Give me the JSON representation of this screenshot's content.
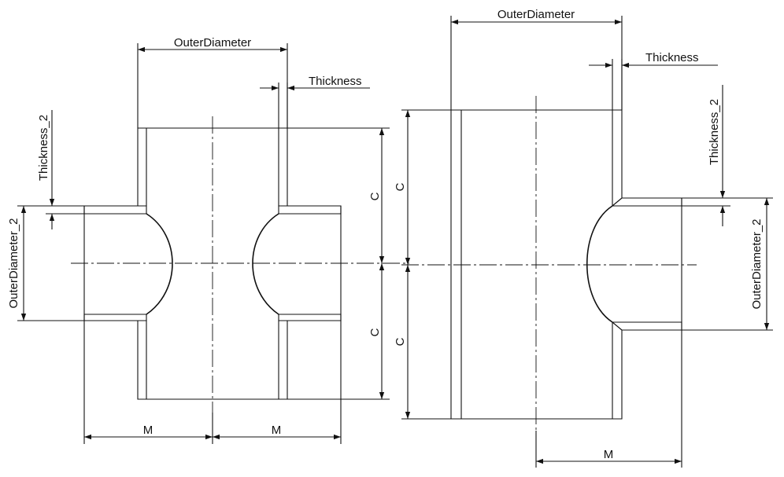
{
  "labels": {
    "cross_outer_diameter": "OuterDiameter",
    "cross_thickness": "Thickness",
    "cross_thickness_2": "Thickness_2",
    "cross_outer_diameter_2": "OuterDiameter_2",
    "cross_c_upper": "C",
    "cross_c_lower": "C",
    "cross_m_left": "M",
    "cross_m_right": "M",
    "tee_outer_diameter": "OuterDiameter",
    "tee_thickness": "Thickness",
    "tee_thickness_2": "Thickness_2",
    "tee_outer_diameter_2": "OuterDiameter_2",
    "tee_c_upper": "C",
    "tee_c_lower": "C",
    "tee_m": "M"
  },
  "colors": {
    "line": "#111111",
    "background": "#ffffff"
  }
}
